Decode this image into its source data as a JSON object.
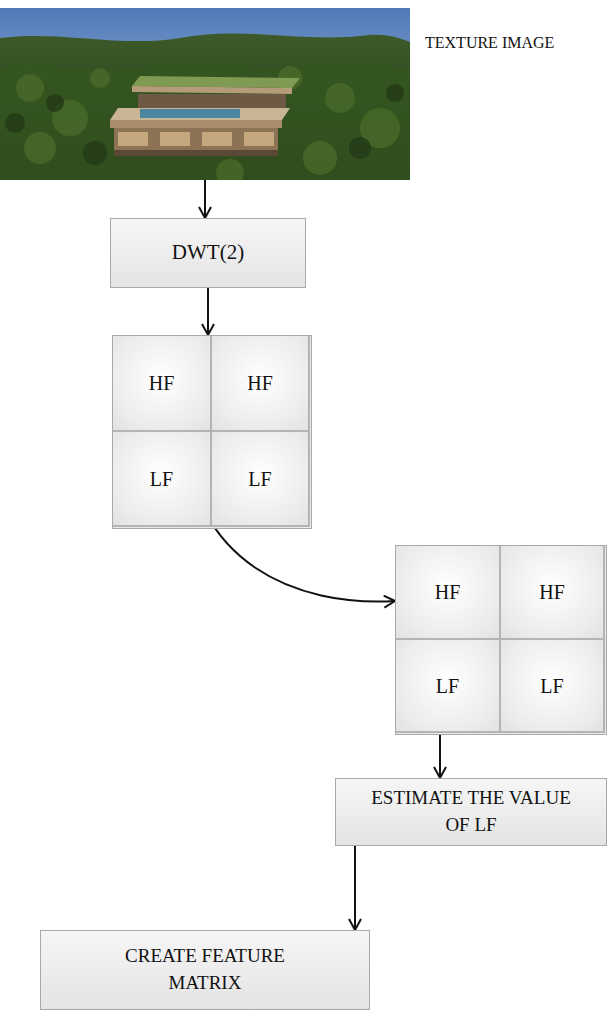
{
  "diagram": {
    "nodes": [
      {
        "text": [
          "TEXTURE IMAGE"
        ]
      },
      {
        "text": [
          "DWT(2)"
        ]
      },
      {
        "text": []
      },
      {
        "text": [
          "HF"
        ],
        "in": 2
      },
      {
        "text": [
          "HF"
        ],
        "in": 2
      },
      {
        "text": [
          "LF"
        ],
        "in": 2
      },
      {
        "text": [
          "LF"
        ],
        "in": 2
      },
      {
        "text": []
      },
      {
        "text": [
          "HF"
        ],
        "in": 7
      },
      {
        "text": [
          "HF"
        ],
        "in": 7
      },
      {
        "text": [
          "LF"
        ],
        "in": 7
      },
      {
        "text": [
          "LF"
        ],
        "in": 7
      },
      {
        "text": [
          "ESTIMATE THE VALUE OF LF"
        ]
      },
      {
        "text": [
          "CREATE FEATURE MATRIX"
        ]
      }
    ],
    "edges": [
      {
        "from": 0,
        "to": 1,
        "arrow": "to"
      },
      {
        "from": 1,
        "to": 2,
        "arrow": "to"
      },
      {
        "from": 3,
        "to": 7,
        "arrow": "to"
      },
      {
        "from": 7,
        "to": 12,
        "arrow": "to"
      },
      {
        "from": 12,
        "to": 13,
        "arrow": "to"
      }
    ]
  }
}
